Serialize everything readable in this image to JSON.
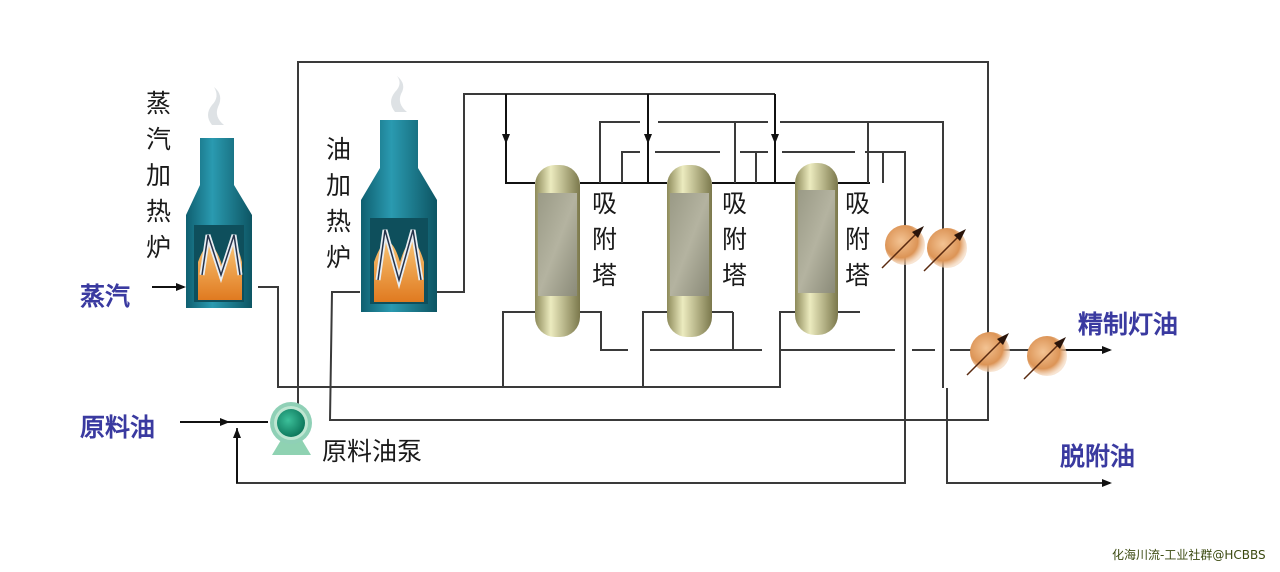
{
  "title": "煤油脱蜡吸附精制工艺流程",
  "equipment": {
    "steam_furnace": {
      "label_chars": [
        "蒸",
        "汽",
        "加",
        "热",
        "炉"
      ],
      "color": "#1e7a8c",
      "flame_color": "#f0a040"
    },
    "oil_furnace": {
      "label_chars": [
        "油",
        "加",
        "热",
        "炉"
      ],
      "color": "#1e7a8c",
      "flame_color": "#f0a040"
    },
    "adsorbers": [
      {
        "label_chars": [
          "吸",
          "附",
          "塔"
        ]
      },
      {
        "label_chars": [
          "吸",
          "附",
          "塔"
        ]
      },
      {
        "label_chars": [
          "吸",
          "附",
          "塔"
        ]
      }
    ],
    "adsorber_color": "#d8d6a4",
    "heat_exchanger_color": "#e7a56a",
    "pump": {
      "label": "原料油泵",
      "color": "#1e9b7a"
    }
  },
  "streams": {
    "steam_in": "蒸汽",
    "feed_oil": "原料油",
    "refined_kerosene": "精制灯油",
    "desorbed_oil": "脱附油"
  },
  "colors": {
    "pipe": "#3a3a3a",
    "stream_label": "#3a3aa0",
    "equipment_label": "#1a1a1a"
  },
  "watermark": "化海川流-工业社群@HCBBS"
}
